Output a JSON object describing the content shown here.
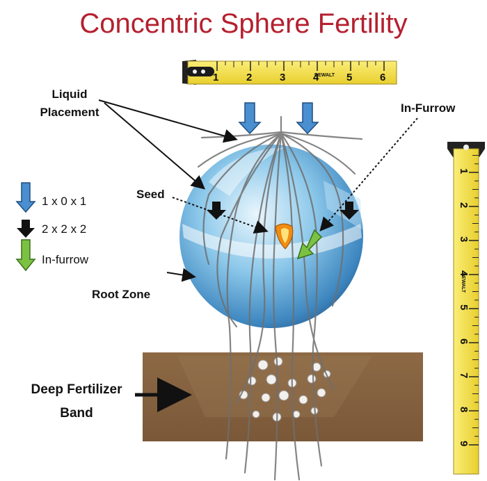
{
  "title": "Concentric Sphere Fertility",
  "labels": {
    "liquid_placement_line1": "Liquid",
    "liquid_placement_line2": "Placement",
    "in_furrow": "In-Furrow",
    "seed": "Seed",
    "root_zone": "Root Zone",
    "deep_band_line1": "Deep Fertilizer",
    "deep_band_line2": "Band"
  },
  "legend": [
    {
      "icon": "blue-arrow-icon",
      "text": "1 x 0 x 1",
      "color": "#4a8fd0"
    },
    {
      "icon": "black-arrow-icon",
      "text": "2 x 2 x 2",
      "color": "#111111"
    },
    {
      "icon": "green-arrow-icon",
      "text": "In-furrow",
      "color": "#7cc242"
    }
  ],
  "tape_horizontal": {
    "marks": [
      "1",
      "2",
      "3",
      "4",
      "5",
      "6"
    ],
    "brand": "DEWALT"
  },
  "tape_vertical": {
    "marks": [
      "1",
      "2",
      "3",
      "4",
      "5",
      "6",
      "7",
      "8",
      "9"
    ],
    "brand": "DEWALT"
  },
  "colors": {
    "title": "#b5202f",
    "tape": "#f4e04d",
    "sphere": "#5ea9d8",
    "soil_band": "#8a6642",
    "blue_arrow": "#4a8fd0",
    "green_arrow": "#7cc242"
  }
}
